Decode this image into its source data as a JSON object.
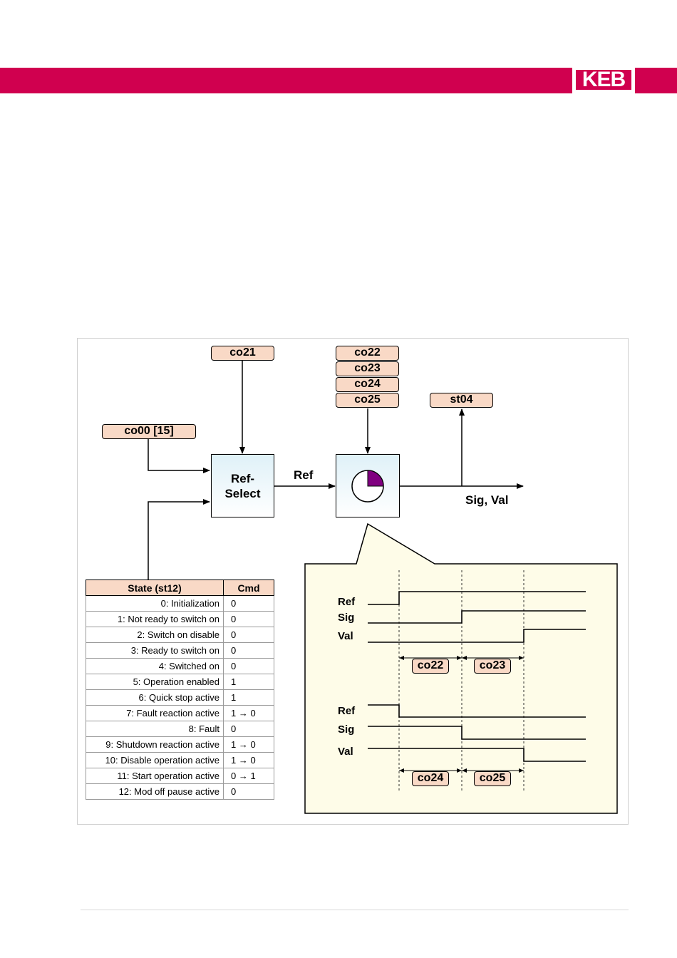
{
  "colors": {
    "brand": "#d0004f",
    "param_fill": "#f9d9c6",
    "block_fill": "#dff1f8",
    "bubble_fill": "#fefce8",
    "timer_fill": "#800080",
    "rule": "#d9d9d9"
  },
  "logo": {
    "text": "KEB"
  },
  "diagram": {
    "inputs": {
      "co21": "co21",
      "co00": "co00 [15]"
    },
    "timers": [
      "co22",
      "co23",
      "co24",
      "co25"
    ],
    "output_param": "st04",
    "ref_select_line1": "Ref-",
    "ref_select_line2": "Select",
    "ref_label": "Ref",
    "out_label": "Sig, Val",
    "timer_icon": "clock-icon"
  },
  "state_table": {
    "headers": [
      "State (st12)",
      "Cmd"
    ],
    "rows": [
      {
        "state": "0: Initialization",
        "cmd": "0"
      },
      {
        "state": "1: Not ready to switch on",
        "cmd": "0"
      },
      {
        "state": "2: Switch on disable",
        "cmd": "0"
      },
      {
        "state": "3: Ready to switch on",
        "cmd": "0"
      },
      {
        "state": "4: Switched on",
        "cmd": "0"
      },
      {
        "state": "5: Operation enabled",
        "cmd": "1"
      },
      {
        "state": "6: Quick stop active",
        "cmd": "1"
      },
      {
        "state": "7: Fault reaction active",
        "cmd": "1 → 0"
      },
      {
        "state": "8: Fault",
        "cmd": "0"
      },
      {
        "state": "9: Shutdown reaction active",
        "cmd": "1 → 0"
      },
      {
        "state": "10: Disable operation active",
        "cmd": "1 → 0"
      },
      {
        "state": "11: Start operation active",
        "cmd": "0 → 1"
      },
      {
        "state": "12: Mod off pause active",
        "cmd": "0"
      }
    ]
  },
  "timing": {
    "on": {
      "labels": [
        "Ref",
        "Sig",
        "Val"
      ],
      "delays": [
        "co22",
        "co23"
      ]
    },
    "off": {
      "labels": [
        "Ref",
        "Sig",
        "Val"
      ],
      "delays": [
        "co24",
        "co25"
      ]
    }
  }
}
